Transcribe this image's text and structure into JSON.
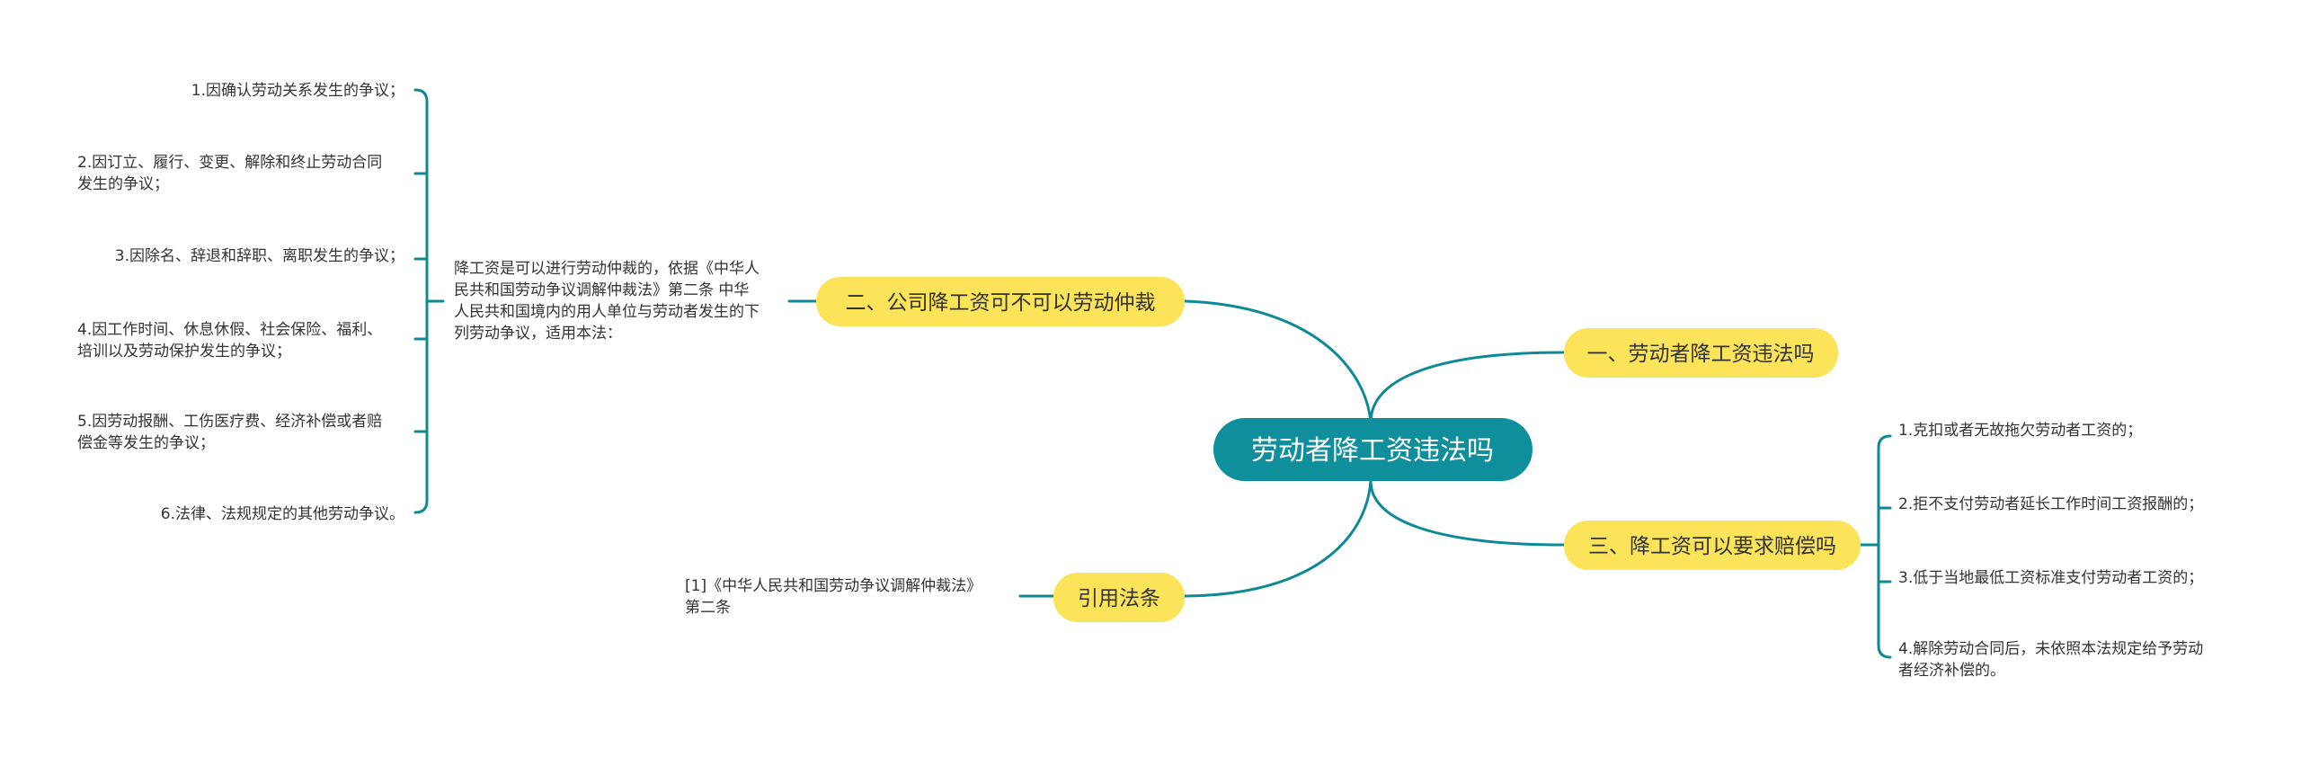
{
  "root": {
    "label": "劳动者降工资违法吗"
  },
  "branches": [
    {
      "label": "二、公司降工资可不可以劳动仲裁",
      "desc": [
        "降工资是可以进行劳动仲裁的，依据《中华人",
        "民共和国劳动争议调解仲裁法》第二条 中华",
        "人民共和国境内的用人单位与劳动者发生的下",
        "列劳动争议，适用本法："
      ],
      "leaves": [
        [
          "1.因确认劳动关系发生的争议；"
        ],
        [
          "2.因订立、履行、变更、解除和终止劳动合同",
          "发生的争议；"
        ],
        [
          "3.因除名、辞退和辞职、离职发生的争议；"
        ],
        [
          "4.因工作时间、休息休假、社会保险、福利、",
          "培训以及劳动保护发生的争议；"
        ],
        [
          "5.因劳动报酬、工伤医疗费、经济补偿或者赔",
          "偿金等发生的争议；"
        ],
        [
          "6.法律、法规规定的其他劳动争议。"
        ]
      ]
    },
    {
      "label": "一、劳动者降工资违法吗",
      "leaves": []
    },
    {
      "label": "三、降工资可以要求赔偿吗",
      "leaves": [
        [
          "1.克扣或者无故拖欠劳动者工资的；"
        ],
        [
          "2.拒不支付劳动者延长工作时间工资报酬的；"
        ],
        [
          "3.低于当地最低工资标准支付劳动者工资的；"
        ],
        [
          "4.解除劳动合同后，未依照本法规定给予劳动",
          "者经济补偿的。"
        ]
      ]
    },
    {
      "label": "引用法条",
      "leaves": [
        [
          "[1]《中华人民共和国劳动争议调解仲裁法》",
          "第二条"
        ]
      ]
    }
  ]
}
